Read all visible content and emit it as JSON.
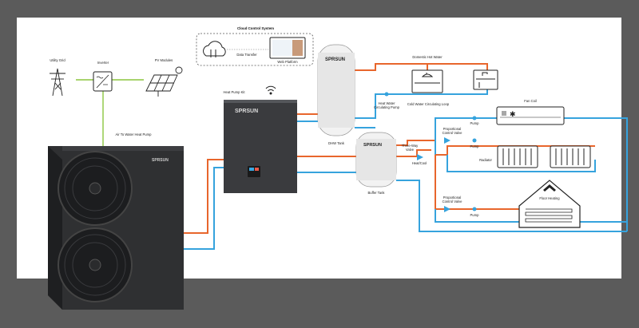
{
  "colors": {
    "background": "#5b5b5b",
    "panel": "#ffffff",
    "hot_pipe": "#e8662c",
    "cold_pipe": "#36a3dd",
    "ground_wire": "#8cc63f",
    "unit_dark": "#2f3032"
  },
  "brand": "SPRSUN",
  "labels": {
    "utility_grid": "Utility Grid",
    "inverter": "Inverter",
    "pv_modules": "PV Modules",
    "cloud_control": "Cloud Control System",
    "data_transfer": "Data Transfer",
    "web_platform": "Web Platform",
    "heat_pump_kit": "Heat Pump Kit",
    "air_to_water": "Air To Water Heat Pump",
    "dhw_tank": "DHW Tank",
    "buffer_tank": "Buffer Tank",
    "domestic_hot_water": "Domestic Hot Water",
    "hw_circ_pump_1": "Heat Water",
    "hw_circ_pump_2": "Circulating Pump",
    "cold_water_loop": "Cold Water Circulating Loop",
    "three_way_1": "Three-Way",
    "three_way_2": "Valve",
    "heat_cool": "Heat/Cool",
    "prop_valve_1a": "Proportional",
    "prop_valve_1b": "Control Valve",
    "prop_valve_2a": "Proportional",
    "prop_valve_2b": "Control Valve",
    "pump_1": "Pump",
    "pump_2": "Pump",
    "pump_3": "Pump",
    "fan_coil": "Fan Coil",
    "radiator": "Radiator",
    "floor_heating": "Floor Heating"
  },
  "icons": {
    "grid": "power-tower-icon",
    "inverter": "inverter-icon",
    "pv": "solar-panel-icon",
    "cloud": "cloud-icon",
    "wifi": "wifi-icon",
    "shower": "shower-icon",
    "sink": "sink-icon",
    "fan_coil_symbol": "snowflake-icon"
  }
}
